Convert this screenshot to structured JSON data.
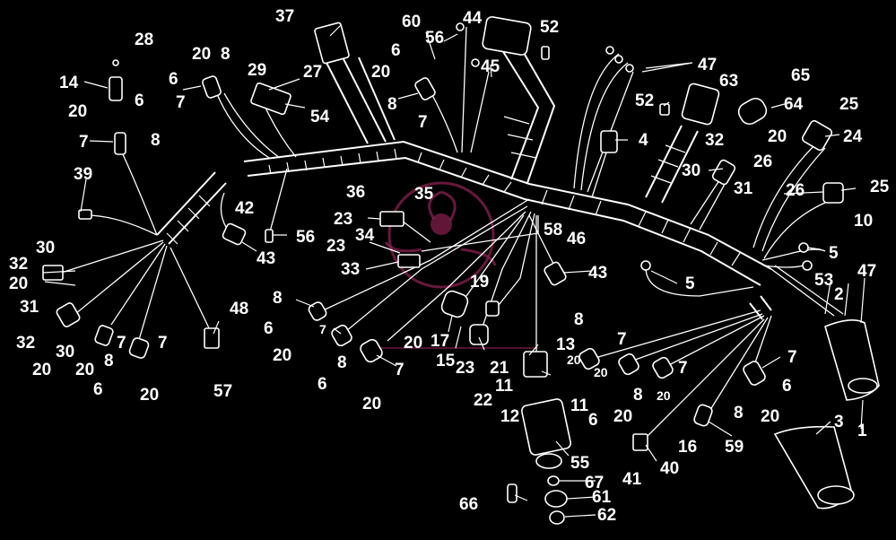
{
  "diagram": {
    "labels": [
      {
        "id": "l28",
        "text": "28"
      },
      {
        "id": "l14",
        "text": "14"
      },
      {
        "id": "l20a",
        "text": "20"
      },
      {
        "id": "l6a",
        "text": "6"
      },
      {
        "id": "l7a",
        "text": "7"
      },
      {
        "id": "l8a",
        "text": "8"
      },
      {
        "id": "l39",
        "text": "39"
      },
      {
        "id": "l20b",
        "text": "20"
      },
      {
        "id": "l8b",
        "text": "8"
      },
      {
        "id": "l6b",
        "text": "6"
      },
      {
        "id": "l7b",
        "text": "7"
      },
      {
        "id": "l37",
        "text": "37"
      },
      {
        "id": "l29",
        "text": "29"
      },
      {
        "id": "l27",
        "text": "27"
      },
      {
        "id": "l54",
        "text": "54"
      },
      {
        "id": "l60",
        "text": "60"
      },
      {
        "id": "l56a",
        "text": "56"
      },
      {
        "id": "l44",
        "text": "44"
      },
      {
        "id": "l6c",
        "text": "6"
      },
      {
        "id": "l20c",
        "text": "20"
      },
      {
        "id": "l45",
        "text": "45"
      },
      {
        "id": "l8c",
        "text": "8"
      },
      {
        "id": "l7c",
        "text": "7"
      },
      {
        "id": "l52a",
        "text": "52"
      },
      {
        "id": "l47a",
        "text": "47"
      },
      {
        "id": "l52b",
        "text": "52"
      },
      {
        "id": "l63",
        "text": "63"
      },
      {
        "id": "l65",
        "text": "65"
      },
      {
        "id": "l64",
        "text": "64"
      },
      {
        "id": "l25a",
        "text": "25"
      },
      {
        "id": "l24",
        "text": "24"
      },
      {
        "id": "l4",
        "text": "4"
      },
      {
        "id": "l32a",
        "text": "32"
      },
      {
        "id": "l20d",
        "text": "20"
      },
      {
        "id": "l30a",
        "text": "30"
      },
      {
        "id": "l26a",
        "text": "26"
      },
      {
        "id": "l31a",
        "text": "31"
      },
      {
        "id": "l26b",
        "text": "26"
      },
      {
        "id": "l25b",
        "text": "25"
      },
      {
        "id": "l10",
        "text": "10"
      },
      {
        "id": "l36",
        "text": "36"
      },
      {
        "id": "l35",
        "text": "35"
      },
      {
        "id": "l23a",
        "text": "23"
      },
      {
        "id": "l42",
        "text": "42"
      },
      {
        "id": "l34",
        "text": "34"
      },
      {
        "id": "l58",
        "text": "58"
      },
      {
        "id": "l23b",
        "text": "23"
      },
      {
        "id": "l46",
        "text": "46"
      },
      {
        "id": "l56b",
        "text": "56"
      },
      {
        "id": "l43a",
        "text": "43"
      },
      {
        "id": "l5a",
        "text": "5"
      },
      {
        "id": "l33",
        "text": "33"
      },
      {
        "id": "l43b",
        "text": "43"
      },
      {
        "id": "l5b",
        "text": "5"
      },
      {
        "id": "l53",
        "text": "53"
      },
      {
        "id": "l2",
        "text": "2"
      },
      {
        "id": "l47b",
        "text": "47"
      },
      {
        "id": "l30b",
        "text": "30"
      },
      {
        "id": "l32b",
        "text": "32"
      },
      {
        "id": "l20e",
        "text": "20"
      },
      {
        "id": "l31b",
        "text": "31"
      },
      {
        "id": "l48",
        "text": "48"
      },
      {
        "id": "l8d",
        "text": "8"
      },
      {
        "id": "l6d",
        "text": "6"
      },
      {
        "id": "l19",
        "text": "19"
      },
      {
        "id": "l7d",
        "text": "7"
      },
      {
        "id": "l20f",
        "text": "20"
      },
      {
        "id": "l17",
        "text": "17"
      },
      {
        "id": "l15",
        "text": "15"
      },
      {
        "id": "l23c",
        "text": "23"
      },
      {
        "id": "l21",
        "text": "21"
      },
      {
        "id": "l13",
        "text": "13"
      },
      {
        "id": "l8e",
        "text": "8"
      },
      {
        "id": "l20g",
        "text": "20"
      },
      {
        "id": "l7e",
        "text": "7"
      },
      {
        "id": "l20h",
        "text": "20"
      },
      {
        "id": "l7f",
        "text": "7"
      },
      {
        "id": "l32c",
        "text": "32"
      },
      {
        "id": "l30c",
        "text": "30"
      },
      {
        "id": "l20i",
        "text": "20"
      },
      {
        "id": "l8f",
        "text": "8"
      },
      {
        "id": "l7g",
        "text": "7"
      },
      {
        "id": "l20j",
        "text": "20"
      },
      {
        "id": "l6e",
        "text": "6"
      },
      {
        "id": "l8g",
        "text": "8"
      },
      {
        "id": "l7h",
        "text": "7"
      },
      {
        "id": "l20k",
        "text": "20"
      },
      {
        "id": "l6f",
        "text": "6"
      },
      {
        "id": "l20l",
        "text": "20"
      },
      {
        "id": "l11a",
        "text": "11"
      },
      {
        "id": "l11b",
        "text": "11"
      },
      {
        "id": "l12",
        "text": "12"
      },
      {
        "id": "l22",
        "text": "22"
      },
      {
        "id": "l20m",
        "text": "20"
      },
      {
        "id": "l8h",
        "text": "8"
      },
      {
        "id": "l20n",
        "text": "20"
      },
      {
        "id": "l7i",
        "text": "7"
      },
      {
        "id": "l20o",
        "text": "20"
      },
      {
        "id": "l6g",
        "text": "6"
      },
      {
        "id": "l8i",
        "text": "8"
      },
      {
        "id": "l7j",
        "text": "7"
      },
      {
        "id": "l6h",
        "text": "6"
      },
      {
        "id": "l20p",
        "text": "20"
      },
      {
        "id": "l57",
        "text": "57"
      },
      {
        "id": "l55",
        "text": "55"
      },
      {
        "id": "l16",
        "text": "16"
      },
      {
        "id": "l59",
        "text": "59"
      },
      {
        "id": "l3",
        "text": "3"
      },
      {
        "id": "l1",
        "text": "1"
      },
      {
        "id": "l40",
        "text": "40"
      },
      {
        "id": "l41",
        "text": "41"
      },
      {
        "id": "l67",
        "text": "67"
      },
      {
        "id": "l66",
        "text": "66"
      },
      {
        "id": "l61",
        "text": "61"
      },
      {
        "id": "l62",
        "text": "62"
      }
    ]
  }
}
